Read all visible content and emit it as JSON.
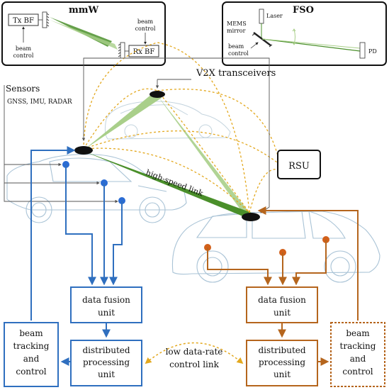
{
  "colors": {
    "blue": "#2f6fbf",
    "blue_node": "#2b6cd4",
    "orange": "#b5651d",
    "orange_node": "#d2601a",
    "green_dark": "#4a8f2a",
    "green_light": "#a9cf8a",
    "dashed_yellow": "#e3a81e",
    "car_outline": "#a9c3d6",
    "gray_line": "#666666"
  },
  "insets": {
    "mmw": {
      "title": "mmW",
      "tx": "Tx BF",
      "rx": "Rx BF",
      "beam_control_left": [
        "beam",
        "control"
      ],
      "beam_control_right": [
        "beam",
        "control"
      ]
    },
    "fso": {
      "title": "FSO",
      "laser": "Laser",
      "mems": [
        "MEMS",
        "mirror"
      ],
      "beam_control": [
        "beam",
        "control"
      ],
      "pd": "PD"
    }
  },
  "labels": {
    "v2x": "V2X transceivers",
    "sensors": "Sensors",
    "sensor_types": "GNSS, IMU, RADAR",
    "rsu": "RSU",
    "high_speed": "high-speed link",
    "low_rate": [
      "low data-rate",
      "control link"
    ]
  },
  "left_blocks": {
    "fusion": [
      "data fusion",
      "unit"
    ],
    "processing": [
      "distributed",
      "processing",
      "unit"
    ],
    "tracking": [
      "beam",
      "tracking",
      "and",
      "control"
    ]
  },
  "right_blocks": {
    "fusion": [
      "data fusion",
      "unit"
    ],
    "processing": [
      "distributed",
      "processing",
      "unit"
    ],
    "tracking": [
      "beam",
      "tracking",
      "and",
      "control"
    ]
  }
}
